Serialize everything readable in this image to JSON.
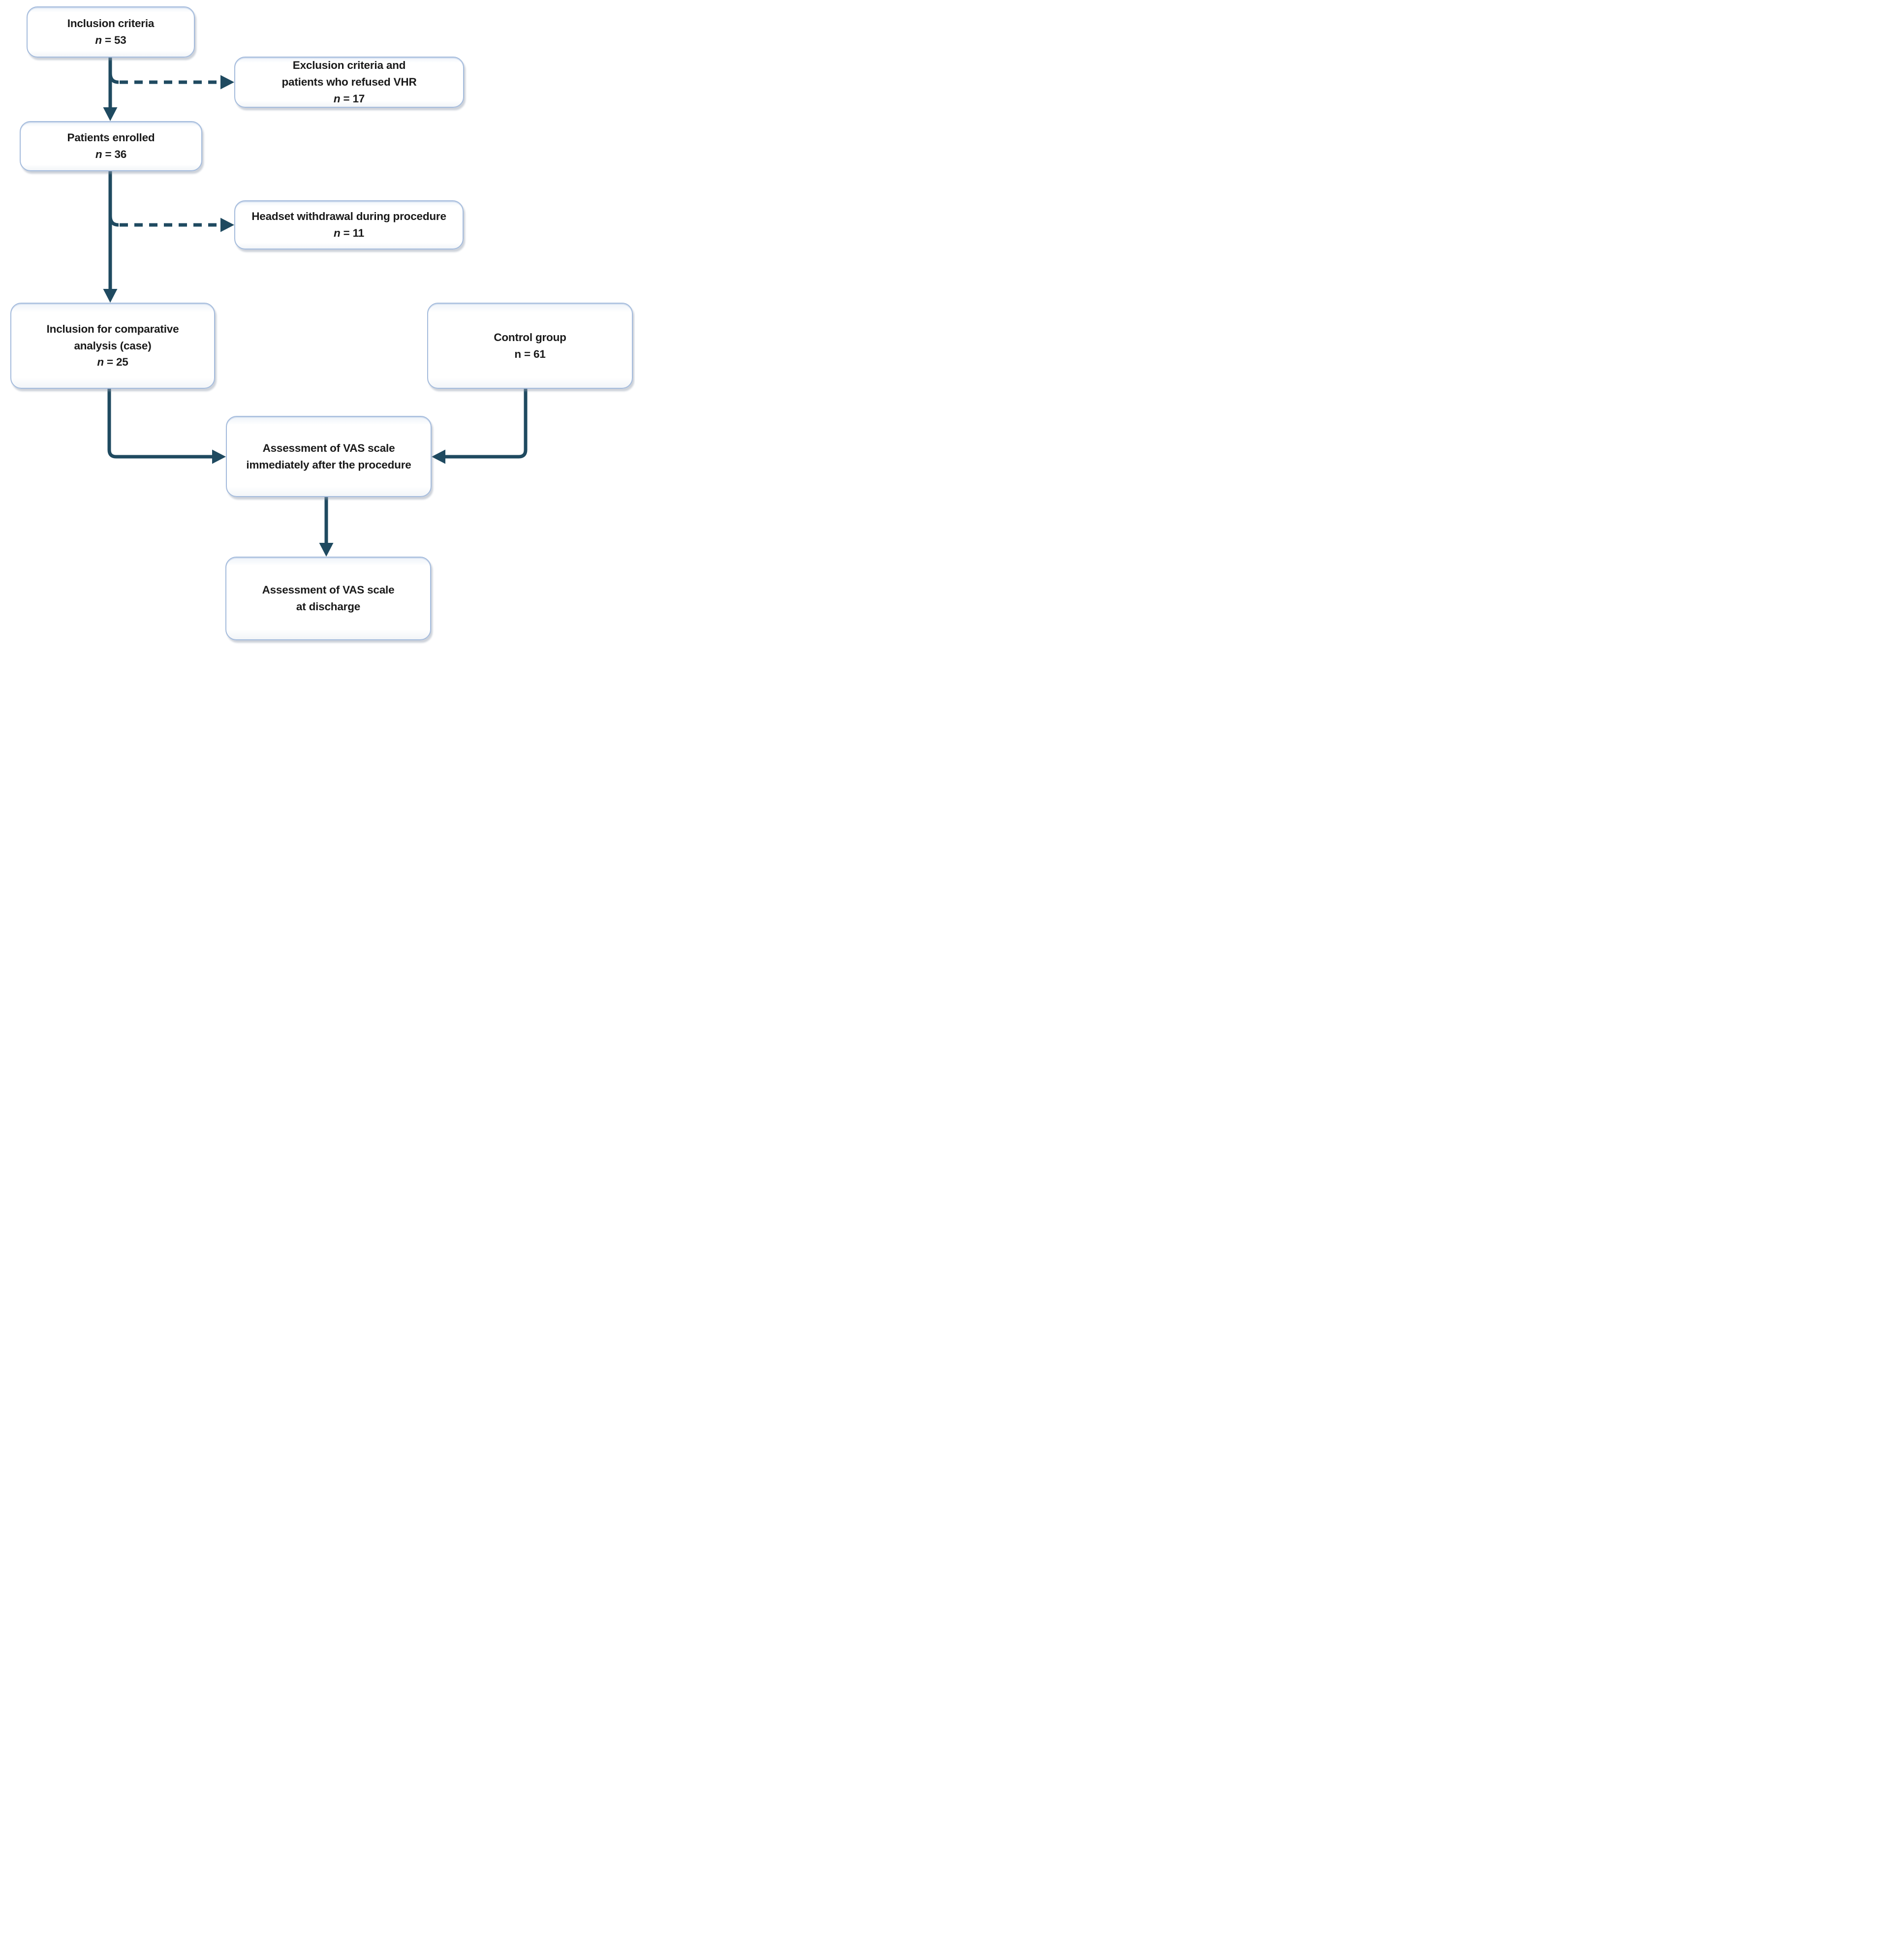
{
  "colors": {
    "arrow": "#1f4a60",
    "box_border": "#a4bbdc",
    "text": "#1a1a1a",
    "background": "#ffffff"
  },
  "nodes": {
    "inclusion_criteria": {
      "lines": [
        "Inclusion criteria"
      ],
      "n": {
        "symbol": "n",
        "rest": " = 53",
        "italic": true
      }
    },
    "exclusion": {
      "lines": [
        "Exclusion criteria and",
        "patients who refused VHR"
      ],
      "n": {
        "symbol": "n",
        "rest": " = 17",
        "italic": true
      }
    },
    "patients_enrolled": {
      "lines": [
        "Patients enrolled"
      ],
      "n": {
        "symbol": "n",
        "rest": " = 36",
        "italic": true
      }
    },
    "headset_withdrawal": {
      "lines": [
        "Headset withdrawal during procedure"
      ],
      "n": {
        "symbol": "n",
        "rest": " = 11",
        "italic": true
      }
    },
    "comparative_inclusion": {
      "lines": [
        "Inclusion for comparative",
        "analysis (case)"
      ],
      "n": {
        "symbol": "n",
        "rest": " = 25",
        "italic": true
      }
    },
    "control_group": {
      "lines": [
        "Control group"
      ],
      "n": {
        "symbol": "n",
        "rest": " = 61",
        "italic": false
      }
    },
    "vas_after_procedure": {
      "lines": [
        "Assessment of VAS scale",
        "immediately after the procedure"
      ]
    },
    "vas_at_discharge": {
      "lines": [
        "Assessment of VAS scale",
        "at discharge"
      ]
    }
  },
  "edges": [
    {
      "from": "inclusion_criteria",
      "to": "patients_enrolled",
      "style": "solid"
    },
    {
      "from": "inclusion_criteria",
      "to": "exclusion",
      "style": "dashed"
    },
    {
      "from": "patients_enrolled",
      "to": "comparative_inclusion",
      "style": "solid"
    },
    {
      "from": "patients_enrolled",
      "to": "headset_withdrawal",
      "style": "dashed"
    },
    {
      "from": "comparative_inclusion",
      "to": "vas_after_procedure",
      "style": "solid"
    },
    {
      "from": "control_group",
      "to": "vas_after_procedure",
      "style": "solid"
    },
    {
      "from": "vas_after_procedure",
      "to": "vas_at_discharge",
      "style": "solid"
    }
  ]
}
